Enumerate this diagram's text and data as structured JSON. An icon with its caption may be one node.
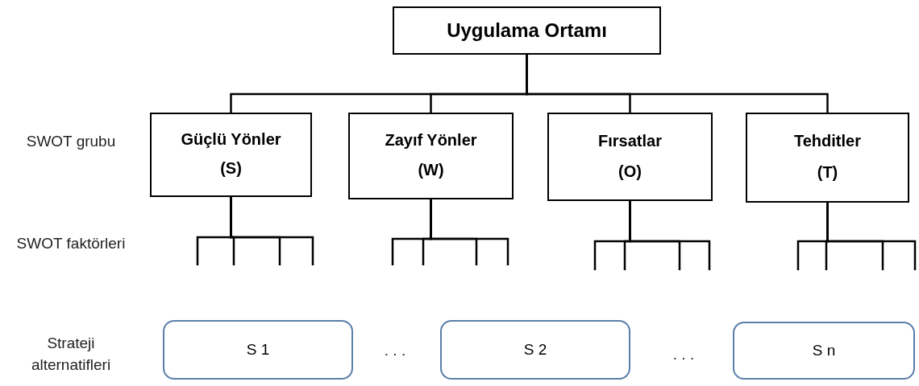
{
  "diagram": {
    "nodes": [
      {
        "text": [
          "Uygulama Ortamı"
        ]
      },
      {
        "text": [
          "Güçlü Yönler",
          "(S)"
        ]
      },
      {
        "text": [
          "Zayıf Yönler",
          "(W)"
        ]
      },
      {
        "text": [
          "Fırsatlar",
          "(O)"
        ]
      },
      {
        "text": [
          "Tehditler",
          "(T)"
        ]
      },
      {
        "text": [
          "S 1"
        ]
      },
      {
        "text": [
          "S 2"
        ]
      },
      {
        "text": [
          "S n"
        ]
      }
    ],
    "edges": [
      {
        "from": 0,
        "to": 1,
        "arrow": "none"
      },
      {
        "from": 0,
        "to": 2,
        "arrow": "none"
      },
      {
        "from": 0,
        "to": 3,
        "arrow": "none"
      },
      {
        "from": 0,
        "to": 4,
        "arrow": "none"
      },
      {
        "from": 1,
        "to": null,
        "arrow": "none"
      },
      {
        "from": 1,
        "to": null,
        "arrow": "none"
      },
      {
        "from": 1,
        "to": null,
        "arrow": "none"
      },
      {
        "from": 1,
        "to": null,
        "arrow": "none"
      },
      {
        "from": 2,
        "to": null,
        "arrow": "none"
      },
      {
        "from": 2,
        "to": null,
        "arrow": "none"
      },
      {
        "from": 2,
        "to": null,
        "arrow": "none"
      },
      {
        "from": 2,
        "to": null,
        "arrow": "none"
      },
      {
        "from": 3,
        "to": null,
        "arrow": "none"
      },
      {
        "from": 3,
        "to": null,
        "arrow": "none"
      },
      {
        "from": 3,
        "to": null,
        "arrow": "none"
      },
      {
        "from": 3,
        "to": null,
        "arrow": "none"
      },
      {
        "from": 4,
        "to": null,
        "arrow": "none"
      },
      {
        "from": 4,
        "to": null,
        "arrow": "none"
      },
      {
        "from": 4,
        "to": null,
        "arrow": "none"
      },
      {
        "from": 4,
        "to": null,
        "arrow": "none"
      }
    ],
    "labels": [
      "SWOT grubu",
      "SWOT faktörleri",
      "Strateji alternatifleri",
      ". . .",
      ". . ."
    ]
  }
}
